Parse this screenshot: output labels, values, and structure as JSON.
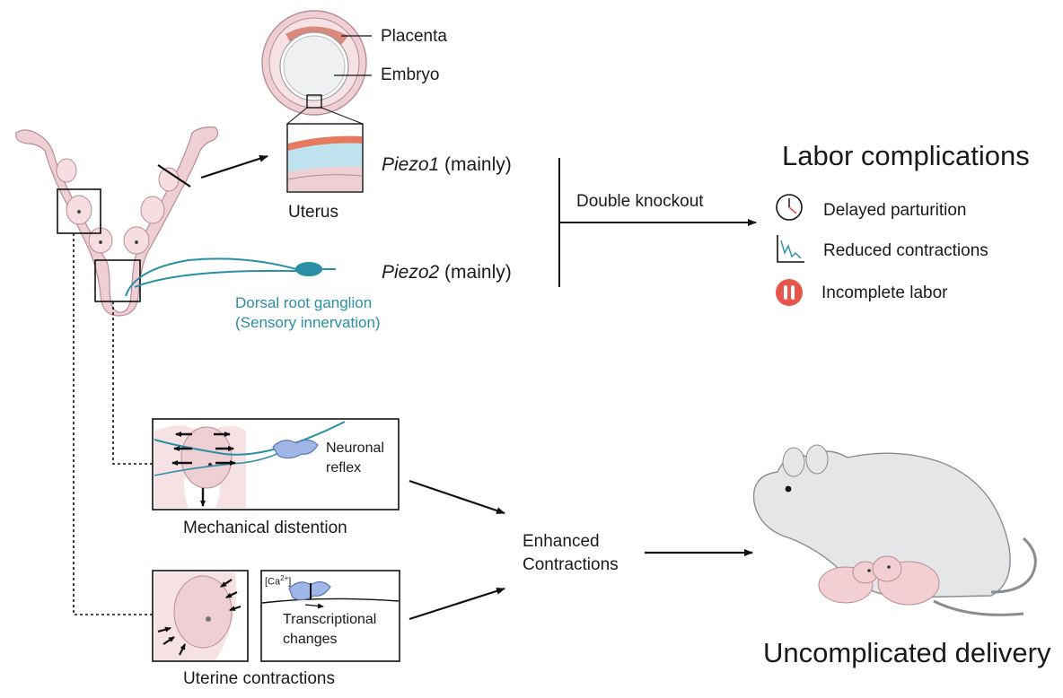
{
  "anatomy": {
    "placenta": "Placenta",
    "embryo": "Embryo",
    "uterus": "Uterus",
    "drg_line1": "Dorsal root ganglion",
    "drg_line2": "(Sensory innervation)"
  },
  "genes": {
    "piezo1_name": "Piezo1",
    "piezo1_suffix": " (mainly)",
    "piezo2_name": "Piezo2",
    "piezo2_suffix": " (mainly)",
    "double_knockout": "Double knockout"
  },
  "complications": {
    "title": "Labor complications",
    "items": [
      {
        "label": "Delayed parturition",
        "icon": "clock-icon"
      },
      {
        "label": "Reduced contractions",
        "icon": "contraction-trace-icon"
      },
      {
        "label": "Incomplete labor",
        "icon": "pause-icon"
      }
    ]
  },
  "mechanisms": {
    "neuronal_reflex_line1": "Neuronal",
    "neuronal_reflex_line2": "reflex",
    "mechanical_distention": "Mechanical distention",
    "calcium_label": "[Ca2+]",
    "transcriptional_line1": "Transcriptional",
    "transcriptional_line2": "changes",
    "uterine_contractions": "Uterine contractions"
  },
  "outcome": {
    "enhanced_line1": "Enhanced",
    "enhanced_line2": "Contractions",
    "delivery": "Uncomplicated delivery"
  },
  "colors": {
    "tissue": "#eecfd4",
    "tissue_stroke": "#b98c94",
    "teal": "#2a8fa5",
    "alert_red": "#e8554d",
    "mouse_gray": "#e4e6e8",
    "pup_pink": "#f3cfd3"
  }
}
